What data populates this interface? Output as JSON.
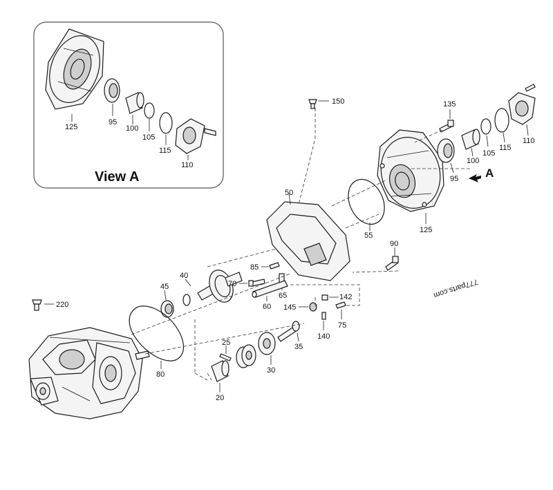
{
  "inset": {
    "title": "View A",
    "callouts": [
      "125",
      "95",
      "100",
      "105",
      "115",
      "110"
    ]
  },
  "view_arrow_label": "A",
  "watermark": "777parts.com",
  "callouts": {
    "p150": "150",
    "p135": "135",
    "p110": "110",
    "p115": "115",
    "p105": "105",
    "p100": "100",
    "p95": "95",
    "p125": "125",
    "p55": "55",
    "p50": "50",
    "p90": "90",
    "p85": "85",
    "p70": "70",
    "p65": "65",
    "p60": "60",
    "p142": "142",
    "p145": "145",
    "p140": "140",
    "p75": "75",
    "p40": "40",
    "p45": "45",
    "p220": "220",
    "p80": "80",
    "p25": "25",
    "p20": "20",
    "p30": "30",
    "p35": "35"
  }
}
